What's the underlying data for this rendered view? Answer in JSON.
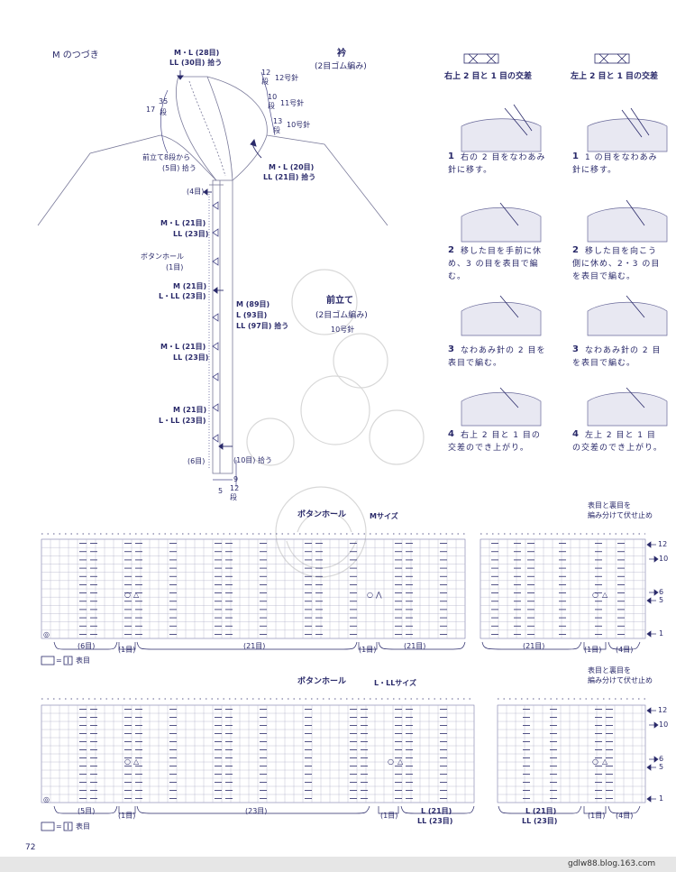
{
  "section_title": "M のつづき",
  "collar": {
    "title": "衿",
    "subtitle": "(2目ゴム編み)",
    "top_ml": "M・L (28目)",
    "top_ll": "LL (30目) 拾う",
    "left_rows": "17",
    "left_rows2": "35",
    "left_rows3": "段",
    "rows1": "12",
    "rows1b": "段",
    "needle1": "12号針",
    "rows2": "10",
    "rows2b": "段",
    "needle2": "11号針",
    "rows3": "13",
    "rows3b": "段",
    "needle3": "10号針",
    "from_label": "前立て8段から",
    "from_label2": "(5目) 拾う",
    "ml_pick": "M・L (20目)",
    "ll_pick": "LL (21目) 拾う"
  },
  "front_band": {
    "title": "前立て",
    "subtitle": "(2目ゴム編み)",
    "needle": "10号針",
    "four": "(4目)",
    "ml21": "M・L (21目)",
    "ll23": "LL (23目)",
    "buttonhole": "ボタンホール",
    "one": "(1目)",
    "m21": "M (21目)",
    "lll23": "L・LL (23目)",
    "m89": "M (89目)",
    "l93": "L (93目)",
    "ll97": "LL (97目) 拾う",
    "ml21b": "M・L (21目)",
    "ll23b": "LL (23目)",
    "m21b": "M (21目)",
    "lll23b": "L・LL (23目)",
    "six": "(6目)",
    "ten": "(10目) 拾う",
    "nine": "9",
    "five": "5",
    "twelve": "12",
    "dan": "段"
  },
  "cross_right": {
    "title": "右上 2 目と 1 目の交差",
    "steps": [
      {
        "num": "1",
        "text": "右の 2 目をなわあみ針に移す。"
      },
      {
        "num": "2",
        "text": "移した目を手前に休め、3 の目を表目で編む。"
      },
      {
        "num": "3",
        "text": "なわあみ針の 2 目を表目で編む。"
      },
      {
        "num": "4",
        "text": "右上 2 目と 1 目の交差のでき上がり。"
      }
    ]
  },
  "cross_left": {
    "title": "左上 2 目と 1 目の交差",
    "steps": [
      {
        "num": "1",
        "text": "1 の目をなわあみ針に移す。"
      },
      {
        "num": "2",
        "text": "移した目を向こう側に休め、2・3 の目を表目で編む。"
      },
      {
        "num": "3",
        "text": "なわあみ針の 2 目を表目で編む。"
      },
      {
        "num": "4",
        "text": "左上 2 目と 1 目の交差のでき上がり。"
      }
    ]
  },
  "chart_m": {
    "title": "ボタンホール",
    "size": "Mサイズ",
    "note1": "表目と裏目を",
    "note2": "編み分けて伏せ止め",
    "r12": "12",
    "r10": "10",
    "r6": "6",
    "r5": "5",
    "r1": "1",
    "b6": "(6目)",
    "b1a": "(1目)",
    "b21a": "(21目)",
    "b1b": "(1目)",
    "b21b": "(21目)",
    "b21c": "(21目)",
    "b1c": "(1目)",
    "b4": "(4目)",
    "legend": "□ = ▯ 表目",
    "legend_eq": "=",
    "legend_txt": "表目"
  },
  "chart_l": {
    "title": "ボタンホール",
    "size": "L・LLサイズ",
    "note1": "表目と裏目を",
    "note2": "編み分けて伏せ止め",
    "r12": "12",
    "r10": "10",
    "r6": "6",
    "r5": "5",
    "r1": "1",
    "b5": "(5目)",
    "b1a": "(1目)",
    "b23": "(23目)",
    "b1b": "(1目)",
    "l21": "L (21目)",
    "ll23": "LL (23目)",
    "l21b": "L (21目)",
    "ll23b": "LL (23目)",
    "b1c": "(1目)",
    "b4": "(4目)",
    "legend_eq": "=",
    "legend_txt": "表目"
  },
  "page_number": "72",
  "footer_url": "gdlw88.blog.163.com"
}
